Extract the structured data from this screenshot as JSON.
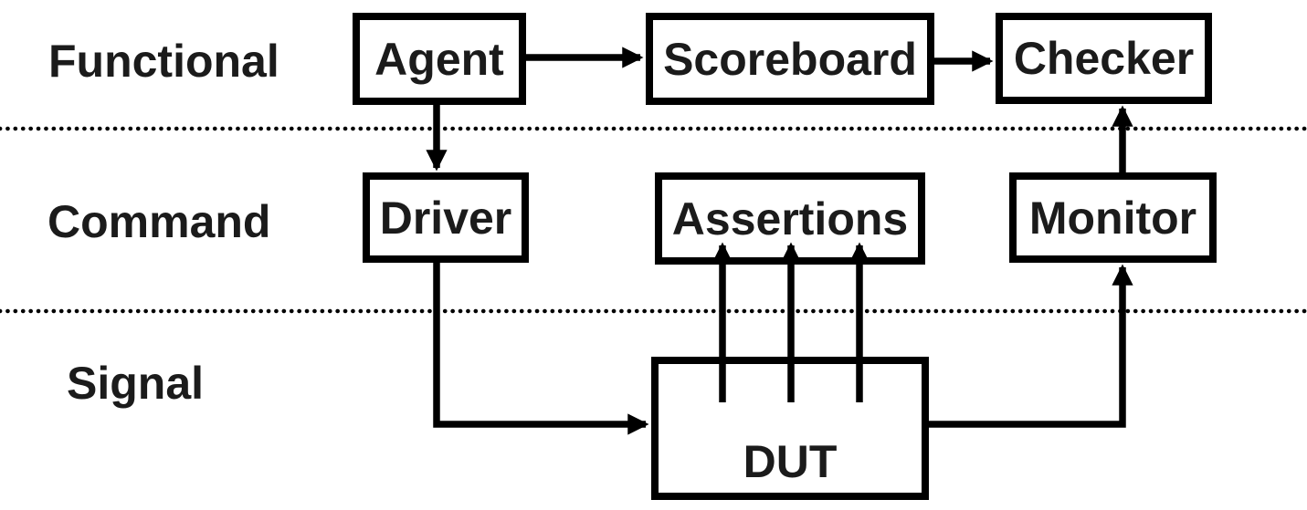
{
  "diagram": {
    "type": "block-diagram",
    "description_visible_only": "layered verification testbench diagram",
    "layers": [
      {
        "label": "Functional"
      },
      {
        "label": "Command"
      },
      {
        "label": "Signal"
      }
    ],
    "blocks": {
      "agent": {
        "label": "Agent",
        "layer": "Functional"
      },
      "scoreboard": {
        "label": "Scoreboard",
        "layer": "Functional"
      },
      "checker": {
        "label": "Checker",
        "layer": "Functional"
      },
      "driver": {
        "label": "Driver",
        "layer": "Command"
      },
      "assertions": {
        "label": "Assertions",
        "layer": "Command"
      },
      "monitor": {
        "label": "Monitor",
        "layer": "Command"
      },
      "dut": {
        "label": "DUT",
        "layer": "Signal"
      }
    },
    "connections": [
      {
        "from": "Agent",
        "to": "Scoreboard",
        "arrows": 1
      },
      {
        "from": "Scoreboard",
        "to": "Checker",
        "arrows": 1
      },
      {
        "from": "Agent",
        "to": "Driver",
        "arrows": 1
      },
      {
        "from": "Driver",
        "to": "DUT",
        "arrows": 1
      },
      {
        "from": "DUT",
        "to": "Assertions",
        "arrows": 3
      },
      {
        "from": "DUT",
        "to": "Monitor",
        "arrows": 1
      },
      {
        "from": "Monitor",
        "to": "Checker",
        "arrows": 1
      }
    ],
    "separators": {
      "style": "dotted",
      "count": 2
    },
    "colors": {
      "ink": "#1b1b1b",
      "line": "#000000",
      "background": "#ffffff"
    }
  }
}
